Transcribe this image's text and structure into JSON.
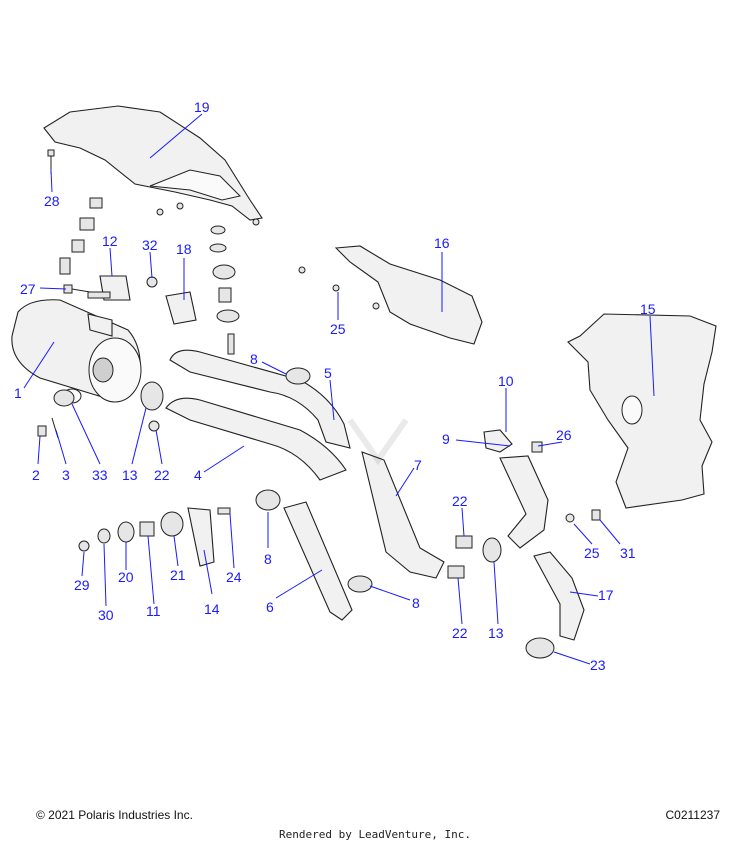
{
  "diagram": {
    "callouts": [
      {
        "id": "c19",
        "text": "19"
      },
      {
        "id": "c28",
        "text": "28"
      },
      {
        "id": "c12",
        "text": "12"
      },
      {
        "id": "c32",
        "text": "32"
      },
      {
        "id": "c18",
        "text": "18"
      },
      {
        "id": "c27",
        "text": "27"
      },
      {
        "id": "c16",
        "text": "16"
      },
      {
        "id": "c25a",
        "text": "25"
      },
      {
        "id": "c15",
        "text": "15"
      },
      {
        "id": "c1",
        "text": "1"
      },
      {
        "id": "c8a",
        "text": "8"
      },
      {
        "id": "c5",
        "text": "5"
      },
      {
        "id": "c10",
        "text": "10"
      },
      {
        "id": "c26",
        "text": "26"
      },
      {
        "id": "c9",
        "text": "9"
      },
      {
        "id": "c2",
        "text": "2"
      },
      {
        "id": "c3",
        "text": "3"
      },
      {
        "id": "c33",
        "text": "33"
      },
      {
        "id": "c13a",
        "text": "13"
      },
      {
        "id": "c22a",
        "text": "22"
      },
      {
        "id": "c4",
        "text": "4"
      },
      {
        "id": "c7",
        "text": "7"
      },
      {
        "id": "c22b",
        "text": "22"
      },
      {
        "id": "c25b",
        "text": "25"
      },
      {
        "id": "c31",
        "text": "31"
      },
      {
        "id": "c8b",
        "text": "8"
      },
      {
        "id": "c24",
        "text": "24"
      },
      {
        "id": "c29",
        "text": "29"
      },
      {
        "id": "c20",
        "text": "20"
      },
      {
        "id": "c21",
        "text": "21"
      },
      {
        "id": "c30",
        "text": "30"
      },
      {
        "id": "c11",
        "text": "11"
      },
      {
        "id": "c14",
        "text": "14"
      },
      {
        "id": "c6",
        "text": "6"
      },
      {
        "id": "c8c",
        "text": "8"
      },
      {
        "id": "c22c",
        "text": "22"
      },
      {
        "id": "c13b",
        "text": "13"
      },
      {
        "id": "c17",
        "text": "17"
      },
      {
        "id": "c23",
        "text": "23"
      }
    ]
  },
  "footer": {
    "copyright": "© 2021 Polaris Industries Inc.",
    "drawing_id": "C0211237",
    "rendered_by": "Rendered by LeadVenture, Inc."
  }
}
